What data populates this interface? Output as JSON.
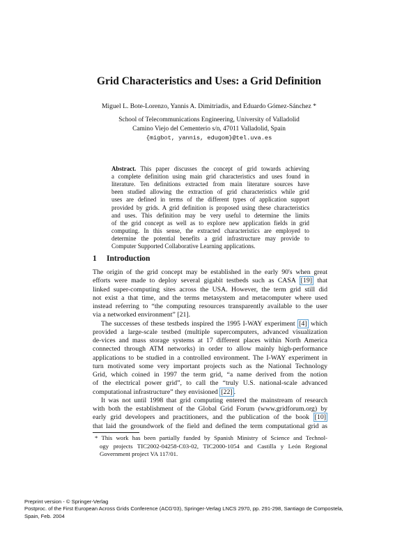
{
  "title": "Grid Characteristics and Uses: a Grid Definition",
  "authors": "Miguel L. Bote-Lorenzo, Yannis A. Dimitriadis, and Eduardo Gómez-Sánchez *",
  "affiliation": [
    "School of Telecommunications Engineering, University of Valladolid",
    "Camino Viejo del Cementerio s/n, 47011 Valladolid, Spain",
    "{migbot, yannis, edugom}@tel.uva.es"
  ],
  "abstract": {
    "label": "Abstract.",
    "lines": [
      "This paper discusses the concept of grid towards achieving",
      "a complete definition using main grid characteristics and uses found in",
      "literature. Ten definitions extracted from main literature sources have",
      "been studied allowing the extraction of grid characteristics while grid",
      "uses are defined in terms of the different types of application support",
      "provided by grids. A grid definition is proposed using these characteristics",
      "and uses. This definition may be very useful to determine the limits",
      "of the grid concept as well as to explore new application fields in grid",
      "computing. In this sense, the extracted characteristics are employed to",
      "determine the potential benefits a grid infrastructure may provide to",
      "Computer Supported Collaborative Learning applications."
    ]
  },
  "section": {
    "number": "1",
    "title": "Introduction"
  },
  "body_lines": [
    "The origin of the grid concept may be established in the early 90's when great",
    "efforts were made to deploy several gigabit testbeds such as CASA [19] that",
    "linked super-computing sites across the USA. However, the term grid still did",
    "not exist a that time, and the terms metasystem and metacomputer where used",
    "instead referring to “the computing resources transparently available to the user",
    "via a networked environment” [21].",
    "The successes of these testbeds inspired the 1995 I-WAY experiment [4] which",
    "provided a large-scale testbed (multiple supercomputers, advanced visualization",
    "de-vices and mass storage systems at 17 different places within North America",
    "connected through ATM networks) in order to allow mainly high-performance",
    "applications to be studied in a controlled environment. The I-WAY experiment in",
    "turn motivated some very important projects such as the National Technology",
    "Grid, which coined in 1997 the term grid, “a name derived from the notion",
    "of the electrical power grid”, to call the “truly U.S. national-scale advanced",
    "computational infrastructure” they envisioned [22].",
    "It was not until 1998 that grid computing entered the mainstream of research",
    "with both the establishment of the Global Grid Forum (www.gridforum.org) by",
    "early grid developers and practitioners, and the publication of the book [10]",
    "that laid the groundwork of the field and defined the term computational grid as"
  ],
  "footnote": [
    "* This work has been partially funded by Spanish Ministry of Science and Technol-",
    "ogy projects TIC2002-04258-C03-02, TIC2000-1054 and Castilla y León Regional",
    "Government project VA 117/01."
  ],
  "footer": [
    "Preprint version - © Springer-Verlag",
    "Postproc. of the First European Across Grids Conference (ACG'03), Springer-Verlag LNCS 2970, pp. 291-298, Santiago de Compostela,",
    "Spain, Feb. 2004"
  ]
}
